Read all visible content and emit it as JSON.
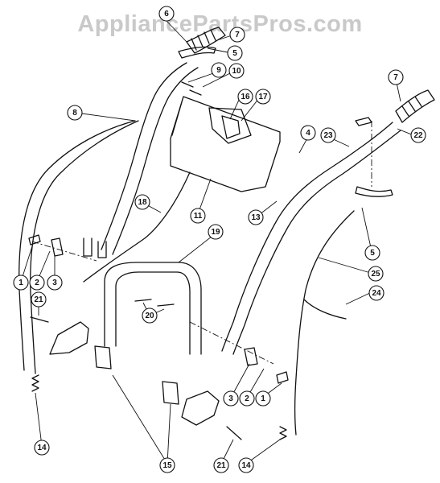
{
  "watermark": "AppliancePartsPros.com",
  "callouts": [
    {
      "id": "c6a",
      "label": "6"
    },
    {
      "id": "c7a",
      "label": "7"
    },
    {
      "id": "c5a",
      "label": "5"
    },
    {
      "id": "c9",
      "label": "9"
    },
    {
      "id": "c10",
      "label": "10"
    },
    {
      "id": "c16",
      "label": "16"
    },
    {
      "id": "c17",
      "label": "17"
    },
    {
      "id": "c8",
      "label": "8"
    },
    {
      "id": "c4",
      "label": "4"
    },
    {
      "id": "c23",
      "label": "23"
    },
    {
      "id": "c7b",
      "label": "7"
    },
    {
      "id": "c22",
      "label": "22"
    },
    {
      "id": "c18",
      "label": "18"
    },
    {
      "id": "c11",
      "label": "11"
    },
    {
      "id": "c13",
      "label": "13"
    },
    {
      "id": "c5b",
      "label": "5"
    },
    {
      "id": "c19",
      "label": "19"
    },
    {
      "id": "c1a",
      "label": "1"
    },
    {
      "id": "c2a",
      "label": "2"
    },
    {
      "id": "c3a",
      "label": "3"
    },
    {
      "id": "c25",
      "label": "25"
    },
    {
      "id": "c24",
      "label": "24"
    },
    {
      "id": "c21a",
      "label": "21"
    },
    {
      "id": "c20",
      "label": "20"
    },
    {
      "id": "c3b",
      "label": "3"
    },
    {
      "id": "c2b",
      "label": "2"
    },
    {
      "id": "c1b",
      "label": "1"
    },
    {
      "id": "c14a",
      "label": "14"
    },
    {
      "id": "c15",
      "label": "15"
    },
    {
      "id": "c21b",
      "label": "21"
    },
    {
      "id": "c14b",
      "label": "14"
    }
  ]
}
